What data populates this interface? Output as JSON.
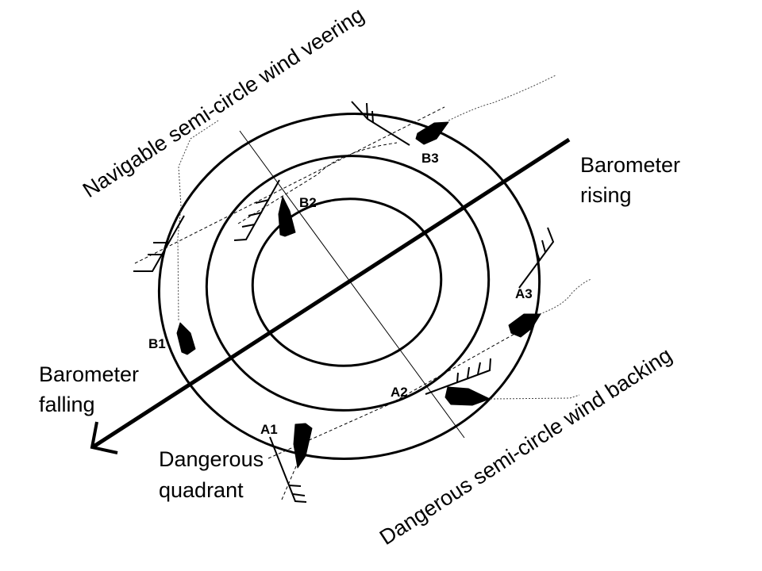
{
  "diagram": {
    "title": "Tropical revolving storm: navigable and dangerous semi-circles",
    "labels": {
      "navigable": "Navigable semi-circle wind veering",
      "dangerous_semicircle": "Dangerous semi-circle wind backing",
      "barometer_rising_1": "Barometer",
      "barometer_rising_2": "rising",
      "barometer_falling_1": "Barometer",
      "barometer_falling_2": "falling",
      "dangerous_quadrant_1": "Dangerous",
      "dangerous_quadrant_2": "quadrant"
    },
    "rings": [
      "inner",
      "middle",
      "outer"
    ],
    "vessels": [
      {
        "id": "A1",
        "label": "A1",
        "group": "dangerous"
      },
      {
        "id": "A2",
        "label": "A2",
        "group": "dangerous"
      },
      {
        "id": "A3",
        "label": "A3",
        "group": "dangerous"
      },
      {
        "id": "B1",
        "label": "B1",
        "group": "navigable"
      },
      {
        "id": "B2",
        "label": "B2",
        "group": "navigable"
      },
      {
        "id": "B3",
        "label": "B3",
        "group": "navigable"
      }
    ],
    "colors": {
      "line": "#000000",
      "background": "#ffffff"
    }
  }
}
